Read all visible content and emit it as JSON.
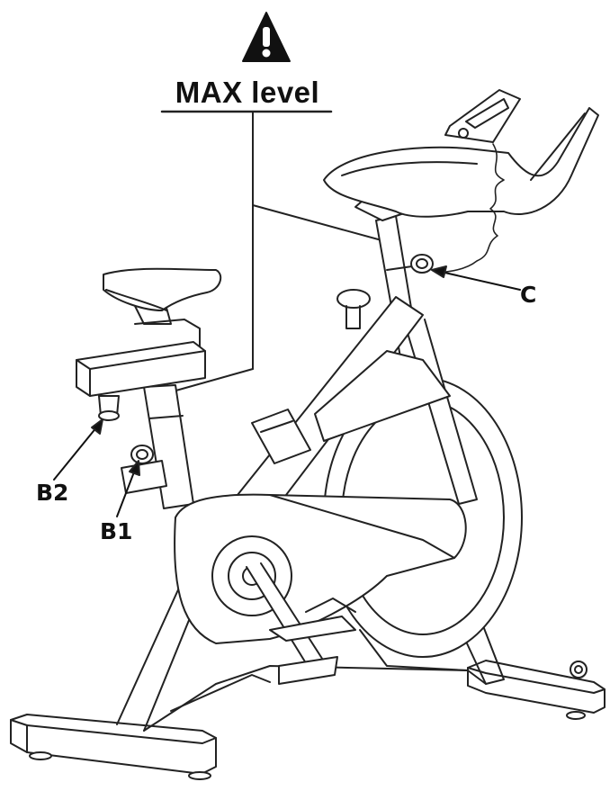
{
  "header": {
    "title": "MAX level",
    "warning_icon": "warning-triangle-icon"
  },
  "callouts": {
    "c": "C",
    "b1": "B1",
    "b2": "B2"
  },
  "colors": {
    "line": "#222222",
    "background": "#ffffff"
  }
}
